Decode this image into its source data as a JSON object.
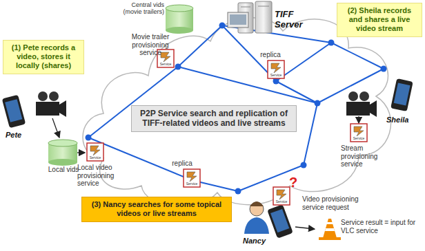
{
  "diagram": {
    "nodes": [
      {
        "text": [
          "(1) Pete records a video, stores it locally (shares)"
        ]
      },
      {
        "text": [
          "(2) Sheila records and shares a live video stream"
        ]
      },
      {
        "text": [
          "P2P Service search and replication of TIFF-related videos and live streams"
        ]
      },
      {
        "text": [
          "(3) Nancy searches for some topical videos or live streams"
        ]
      }
    ],
    "labels": [
      "Central vids (movie trailers)",
      "TIFF Server",
      "Movie trailer provisioning service",
      "replica",
      "Pete",
      "Local vids",
      "Local video provisioning service",
      "replica",
      "Sheila",
      "Stream provisioning service",
      "?",
      "Nancy",
      "Video provisioning service request",
      "Service result = input for VLC service",
      "Service",
      "Service",
      "Service",
      "Service",
      "Service",
      "Service"
    ]
  }
}
